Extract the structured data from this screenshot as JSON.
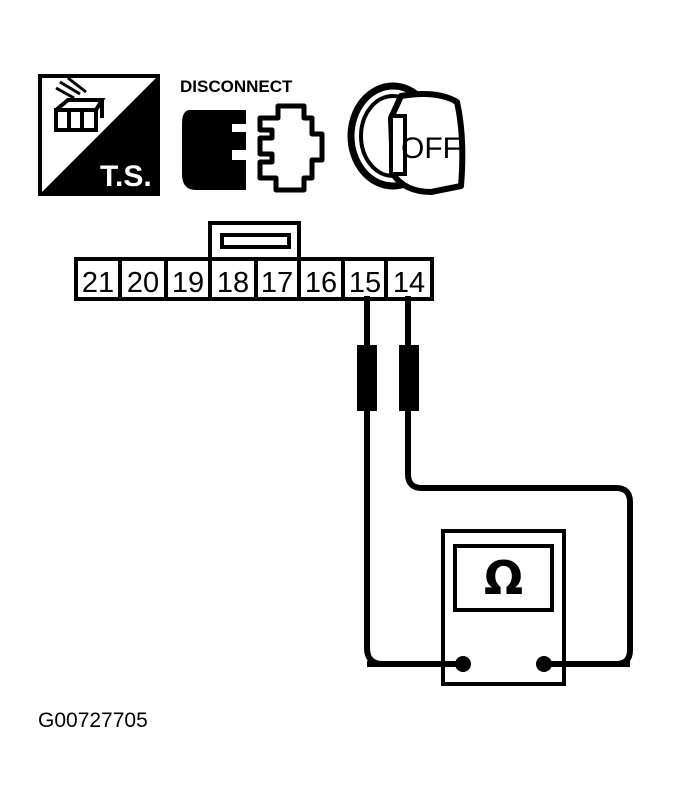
{
  "icons": {
    "ts": {
      "label": "T.S.",
      "meaning": "troubleshooting"
    },
    "disconnect": {
      "label": "DISCONNECT"
    },
    "ignition": {
      "label": "OFF"
    }
  },
  "connector": {
    "terminals": [
      "21",
      "20",
      "19",
      "18",
      "17",
      "16",
      "15",
      "14"
    ],
    "probed_terminals": [
      "15",
      "14"
    ]
  },
  "meter": {
    "symbol": "Ω",
    "mode": "ohmmeter"
  },
  "caption": "G00727705",
  "colors": {
    "ink": "#000000",
    "background": "#ffffff"
  }
}
